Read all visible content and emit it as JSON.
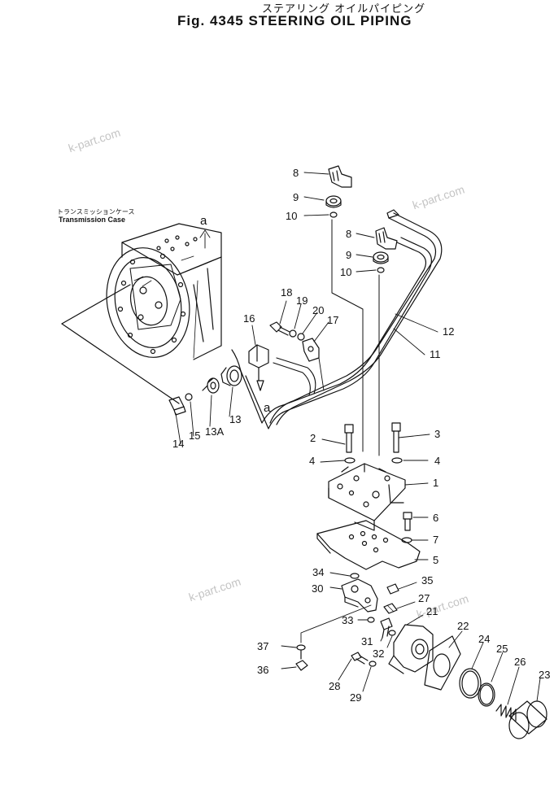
{
  "title": {
    "japanese": "ステアリング オイルパイピング",
    "english": "Fig. 4345 STEERING OIL PIPING"
  },
  "transmission_case": {
    "japanese": "トランスミッションケース",
    "english": "Transmission Case"
  },
  "watermarks": [
    "k-part.com",
    "k-part.com",
    "k-part.com",
    "k-part.com"
  ],
  "callouts": [
    "8",
    "9",
    "10",
    "8",
    "9",
    "10",
    "a",
    "a",
    "18",
    "19",
    "20",
    "17",
    "16",
    "12",
    "11",
    "14",
    "15",
    "13A",
    "13",
    "2",
    "3",
    "4",
    "4",
    "1",
    "6",
    "7",
    "5",
    "34",
    "35",
    "30",
    "27",
    "21",
    "33",
    "31",
    "32",
    "22",
    "24",
    "25",
    "26",
    "23",
    "37",
    "36",
    "28",
    "29"
  ]
}
